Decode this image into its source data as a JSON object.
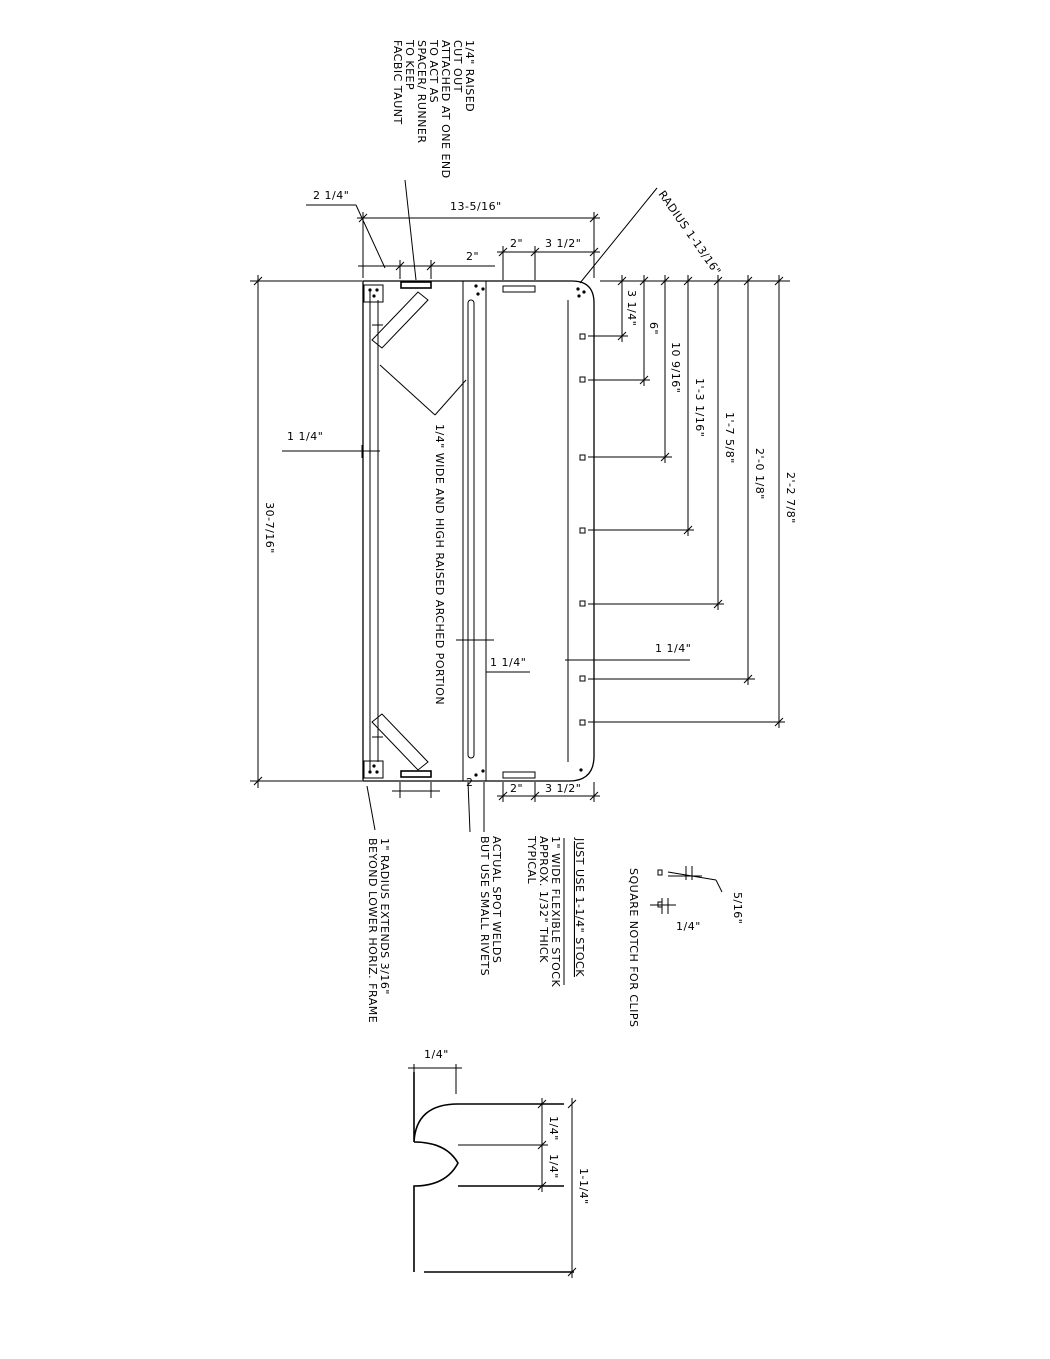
{
  "dims": {
    "overall_height": "30-7/16\"",
    "top_width": "13-5/16\"",
    "left_offset": "2 1/4\"",
    "spacer_width": "2\"",
    "slot_width_top": "2\"",
    "slot_gap_top": "3 1/2\"",
    "slot_width_bottom": "2\"",
    "slot_gap_bottom": "3 1/2\"",
    "radius": "RADIUS 1-13/16\"",
    "frame_left": "1 1/4\"",
    "frame_mid": "1 1/4\"",
    "frame_right": "1 1/4\"",
    "clip_offsets": [
      "3 1/4\"",
      "6\"",
      "10 9/16\"",
      "1'-3 1/16\"",
      "1'-7 5/8\"",
      "2'-0 1/8\"",
      "2'-2 7/8\""
    ],
    "bottom_marker": "2"
  },
  "notes": {
    "raised_cutout": [
      "1/4\" RAISED",
      "CUT OUT",
      "ATTACHED AT ONE END",
      "TO ACT AS",
      "SPACER/ RUNNER",
      "TO KEEP",
      "FACBIC TAUNT"
    ],
    "arched_portion": "1/4\" WIDE AND HIGH RAISED ARCHED PORTION",
    "radius_note": [
      "1\" RADIUS EXTENDS 3/16\"",
      "BEYOND LOWER HORIZ. FRAME"
    ],
    "spot_welds": [
      "ACTUAL SPOT WELDS",
      "BUT USE SMALL RIVETS"
    ],
    "stock_note": [
      "JUST USE 1-1/4\" STOCK",
      "1\" WIDE FLEXIBLE STOCK",
      "APPROX. 1/32\" THICK",
      "TYPICAL"
    ]
  },
  "notch_detail": {
    "label": "SQUARE NOTCH FOR CLIPS",
    "dim_a": "5/16\"",
    "dim_b": "1/4\""
  },
  "profile_detail": {
    "top_width": "1/4\"",
    "dim_a": "1/4\"",
    "dim_b": "1/4\"",
    "total": "1-1/4\""
  }
}
